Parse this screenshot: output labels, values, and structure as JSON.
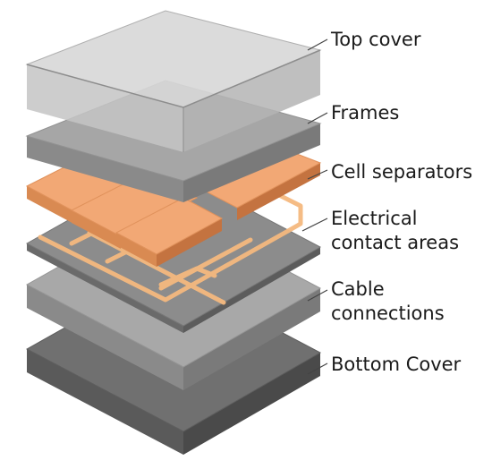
{
  "labels": {
    "top_cover": "Top cover",
    "frames": "Frames",
    "cell_separators": "Cell separators",
    "electrical_contact_areas": [
      "Electrical",
      "contact areas"
    ],
    "cable_connections": [
      "Cable",
      "connections"
    ],
    "bottom_cover": "Bottom Cover"
  },
  "colors": {
    "bottom_top": "#6f6f6f",
    "bottom_side": "#555555",
    "slab_top": "#a9a9a9",
    "slab_side": "#8a8a8a",
    "separator_top": "#f2a875",
    "separator_side": "#d47d45",
    "trace": "#f7c48c",
    "cover_glass": "#cfcfcf",
    "leader_line": "#444444"
  }
}
